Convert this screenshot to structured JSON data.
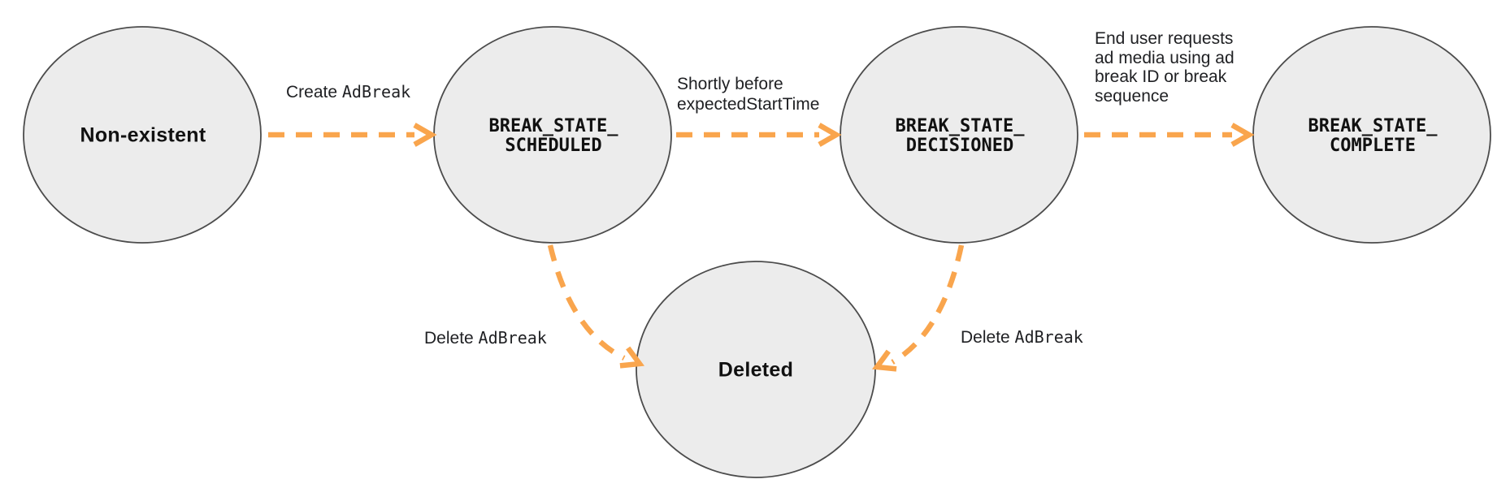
{
  "diagram": {
    "description": "Ad break lifecycle state diagram",
    "colors": {
      "arrow": "#F9A54D",
      "node_fill": "#ECECEC",
      "node_border": "#4C4C4C",
      "text": "#202124",
      "background": "#FFFFFF"
    },
    "nodes": {
      "non_existent": {
        "label": "Non-existent"
      },
      "scheduled": {
        "lines": [
          "BREAK_STATE_",
          "SCHEDULED"
        ]
      },
      "decisioned": {
        "lines": [
          "BREAK_STATE_",
          "DECISIONED"
        ]
      },
      "complete": {
        "lines": [
          "BREAK_STATE_",
          "COMPLETE"
        ]
      },
      "deleted": {
        "label": "Deleted"
      }
    },
    "edges": {
      "create": {
        "prefix": "Create ",
        "code": "AdBreak"
      },
      "shortly": {
        "line1": "Shortly before",
        "code": "expectedStartTime"
      },
      "end_user": {
        "lines": [
          "End user requests",
          "ad media using ad",
          "break ID or break",
          "sequence"
        ]
      },
      "delete_left": {
        "prefix": "Delete ",
        "code": "AdBreak"
      },
      "delete_right": {
        "prefix": "Delete ",
        "code": "AdBreak"
      }
    }
  }
}
